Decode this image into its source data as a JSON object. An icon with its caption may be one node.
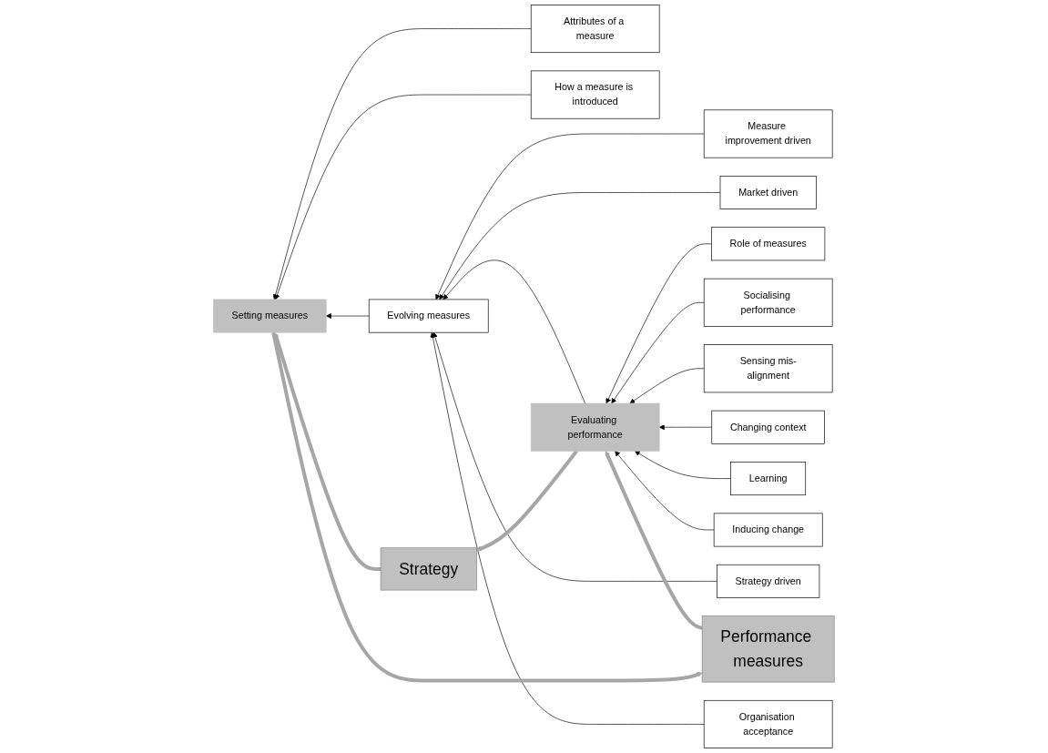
{
  "diagram": {
    "nodes": [
      {
        "text": [
          "Performance measures"
        ]
      },
      {
        "text": [
          "Attributes of a measure"
        ]
      },
      {
        "text": [
          "How a measure is introduced"
        ]
      },
      {
        "text": [
          "Setting measures"
        ]
      },
      {
        "text": [
          "Evolving measures"
        ]
      },
      {
        "text": [
          "Evaluating performance"
        ]
      },
      {
        "text": [
          "Role of measures"
        ]
      },
      {
        "text": [
          "Socialising performance"
        ]
      },
      {
        "text": [
          "Sensing mis-alignment"
        ]
      },
      {
        "text": [
          "Changing context"
        ]
      },
      {
        "text": [
          "Learning"
        ]
      },
      {
        "text": [
          "Inducing change"
        ]
      },
      {
        "text": [
          "Measure improvement driven"
        ]
      },
      {
        "text": [
          "Market driven"
        ]
      },
      {
        "text": [
          "Strategy driven"
        ]
      },
      {
        "text": [
          "Organisation acceptance"
        ]
      },
      {
        "text": [
          "Strategy"
        ]
      }
    ],
    "edges": [
      {
        "from": 1,
        "to": 3,
        "arrow": "to"
      },
      {
        "from": 2,
        "to": 3,
        "arrow": "to"
      },
      {
        "from": 4,
        "to": 3,
        "arrow": "to"
      },
      {
        "from": 5,
        "to": 4,
        "arrow": "to"
      },
      {
        "from": 6,
        "to": 5,
        "arrow": "to"
      },
      {
        "from": 7,
        "to": 5,
        "arrow": "to"
      },
      {
        "from": 8,
        "to": 5,
        "arrow": "to"
      },
      {
        "from": 9,
        "to": 5,
        "arrow": "to"
      },
      {
        "from": 10,
        "to": 5,
        "arrow": "to"
      },
      {
        "from": 11,
        "to": 5,
        "arrow": "to"
      },
      {
        "from": 12,
        "to": 4,
        "arrow": "to"
      },
      {
        "from": 13,
        "to": 4,
        "arrow": "to"
      },
      {
        "from": 14,
        "to": 4,
        "arrow": "to"
      },
      {
        "from": 15,
        "to": 4,
        "arrow": "to"
      },
      {
        "from": 3,
        "to": 0,
        "arrow": "to",
        "style": "thick",
        "color": "#a6a6a6"
      },
      {
        "from": 0,
        "to": 5,
        "arrow": "to",
        "style": "thick",
        "color": "#a6a6a6"
      },
      {
        "from": 16,
        "to": 3,
        "arrow": "to",
        "style": "thick",
        "color": "#a6a6a6"
      },
      {
        "from": 5,
        "to": 16,
        "arrow": "to",
        "style": "thick",
        "color": "#a6a6a6"
      }
    ]
  }
}
